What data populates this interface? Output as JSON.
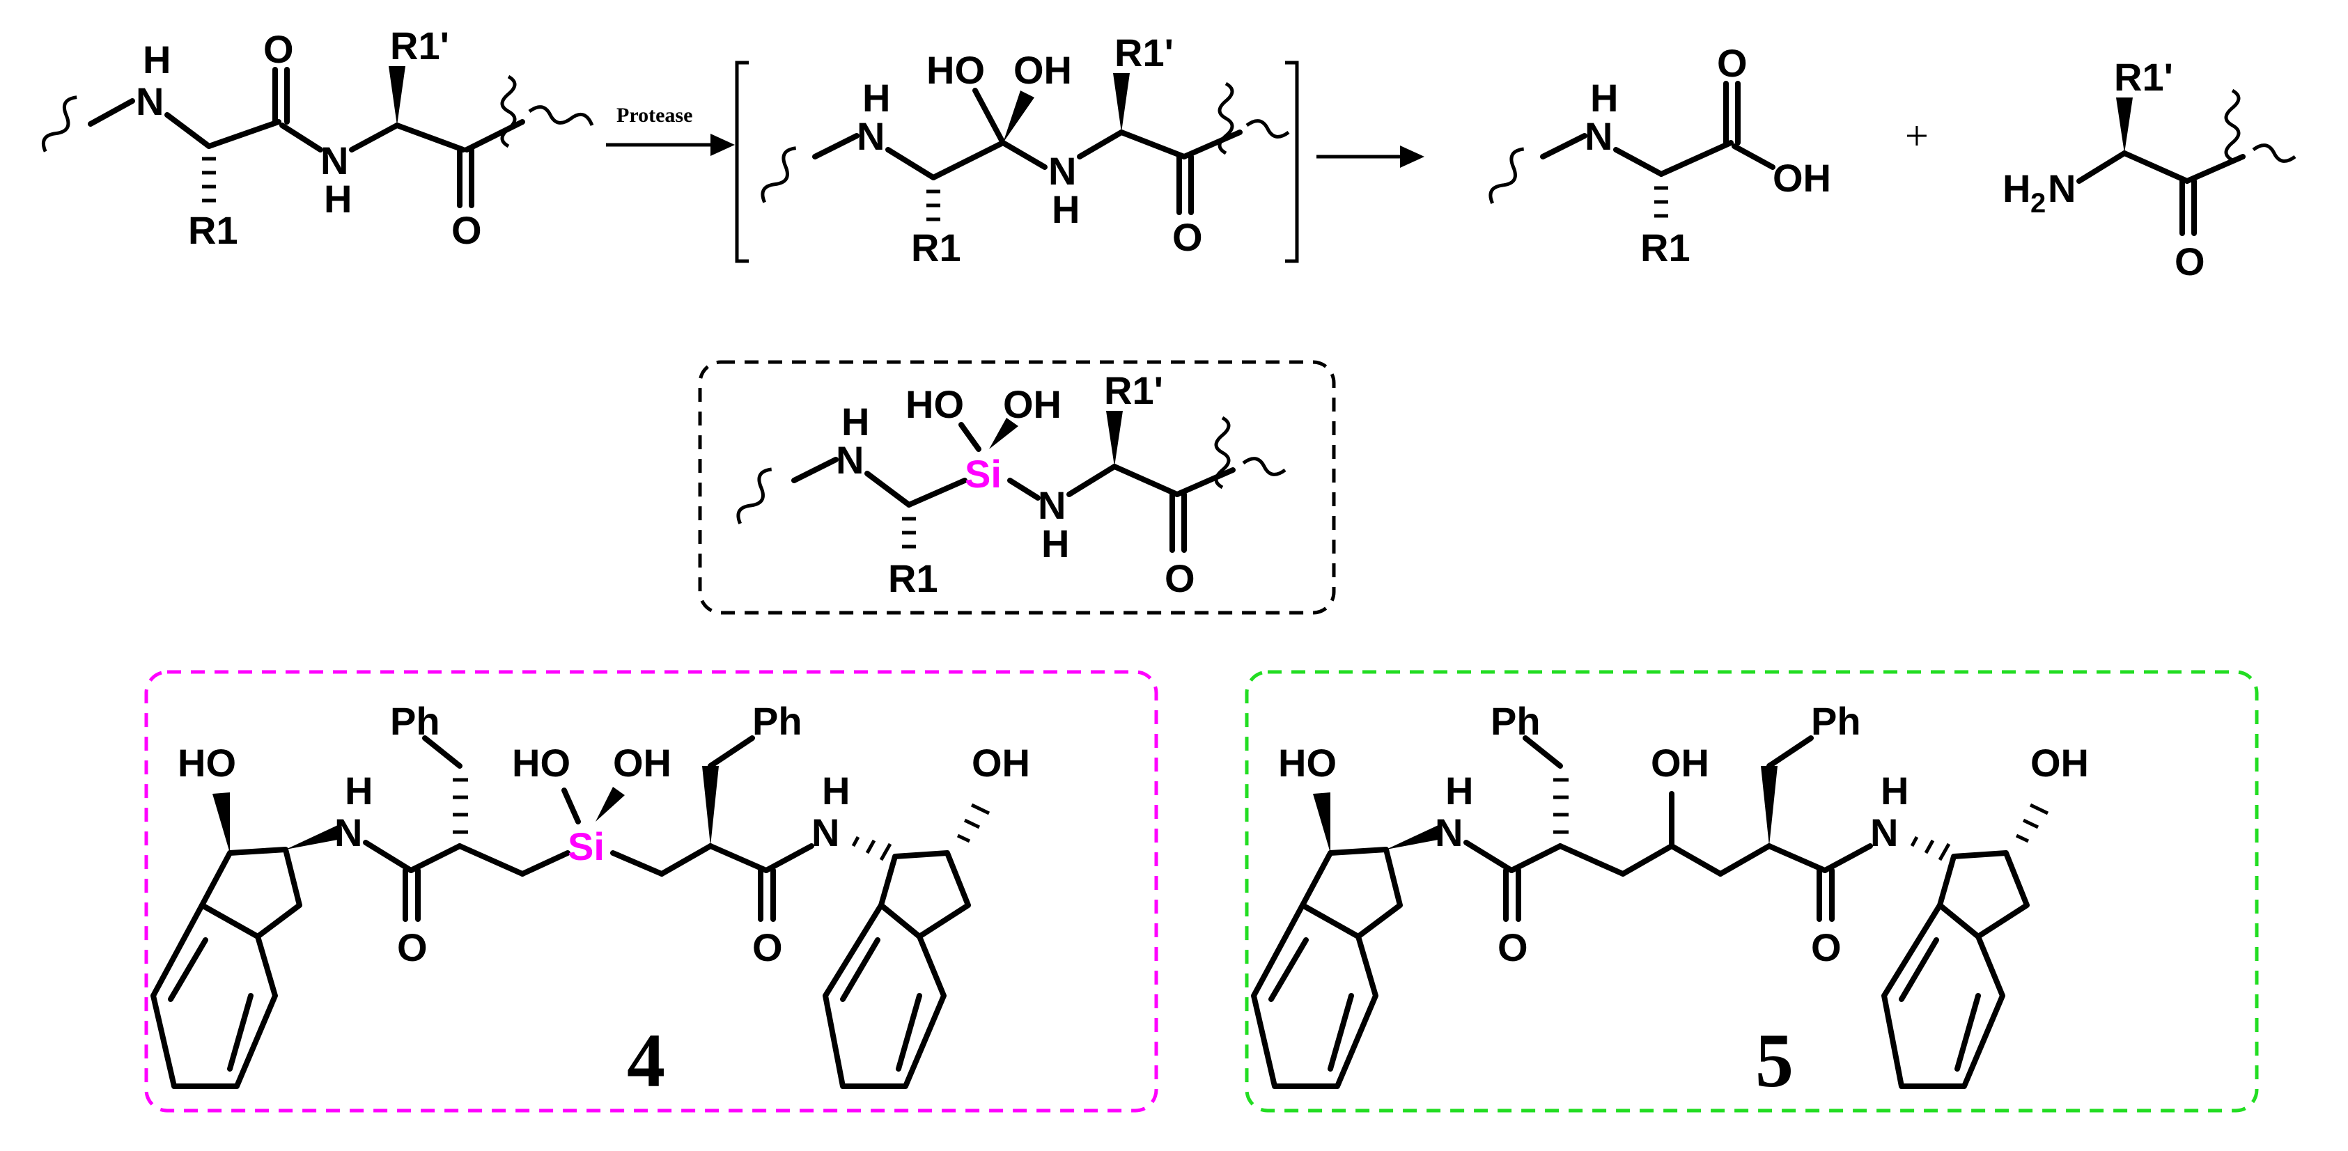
{
  "colors": {
    "silicon": "#ff00ff",
    "box_silanediol": "#000000",
    "box_4": "#ff00ff",
    "box_5": "#22dd22"
  },
  "reaction": {
    "arrow_label": "Protease",
    "plus": "+"
  },
  "atoms": {
    "H": "H",
    "N": "N",
    "NH": "NH",
    "O": "O",
    "OH": "OH",
    "HO": "HO",
    "Si": "Si",
    "R1": "R1",
    "R1p": "R1'",
    "Ph": "Ph",
    "H2N_H": "H",
    "H2N_2": "2",
    "H2N_N": "N"
  },
  "compounds": {
    "c4_label": "4",
    "c5_label": "5"
  }
}
